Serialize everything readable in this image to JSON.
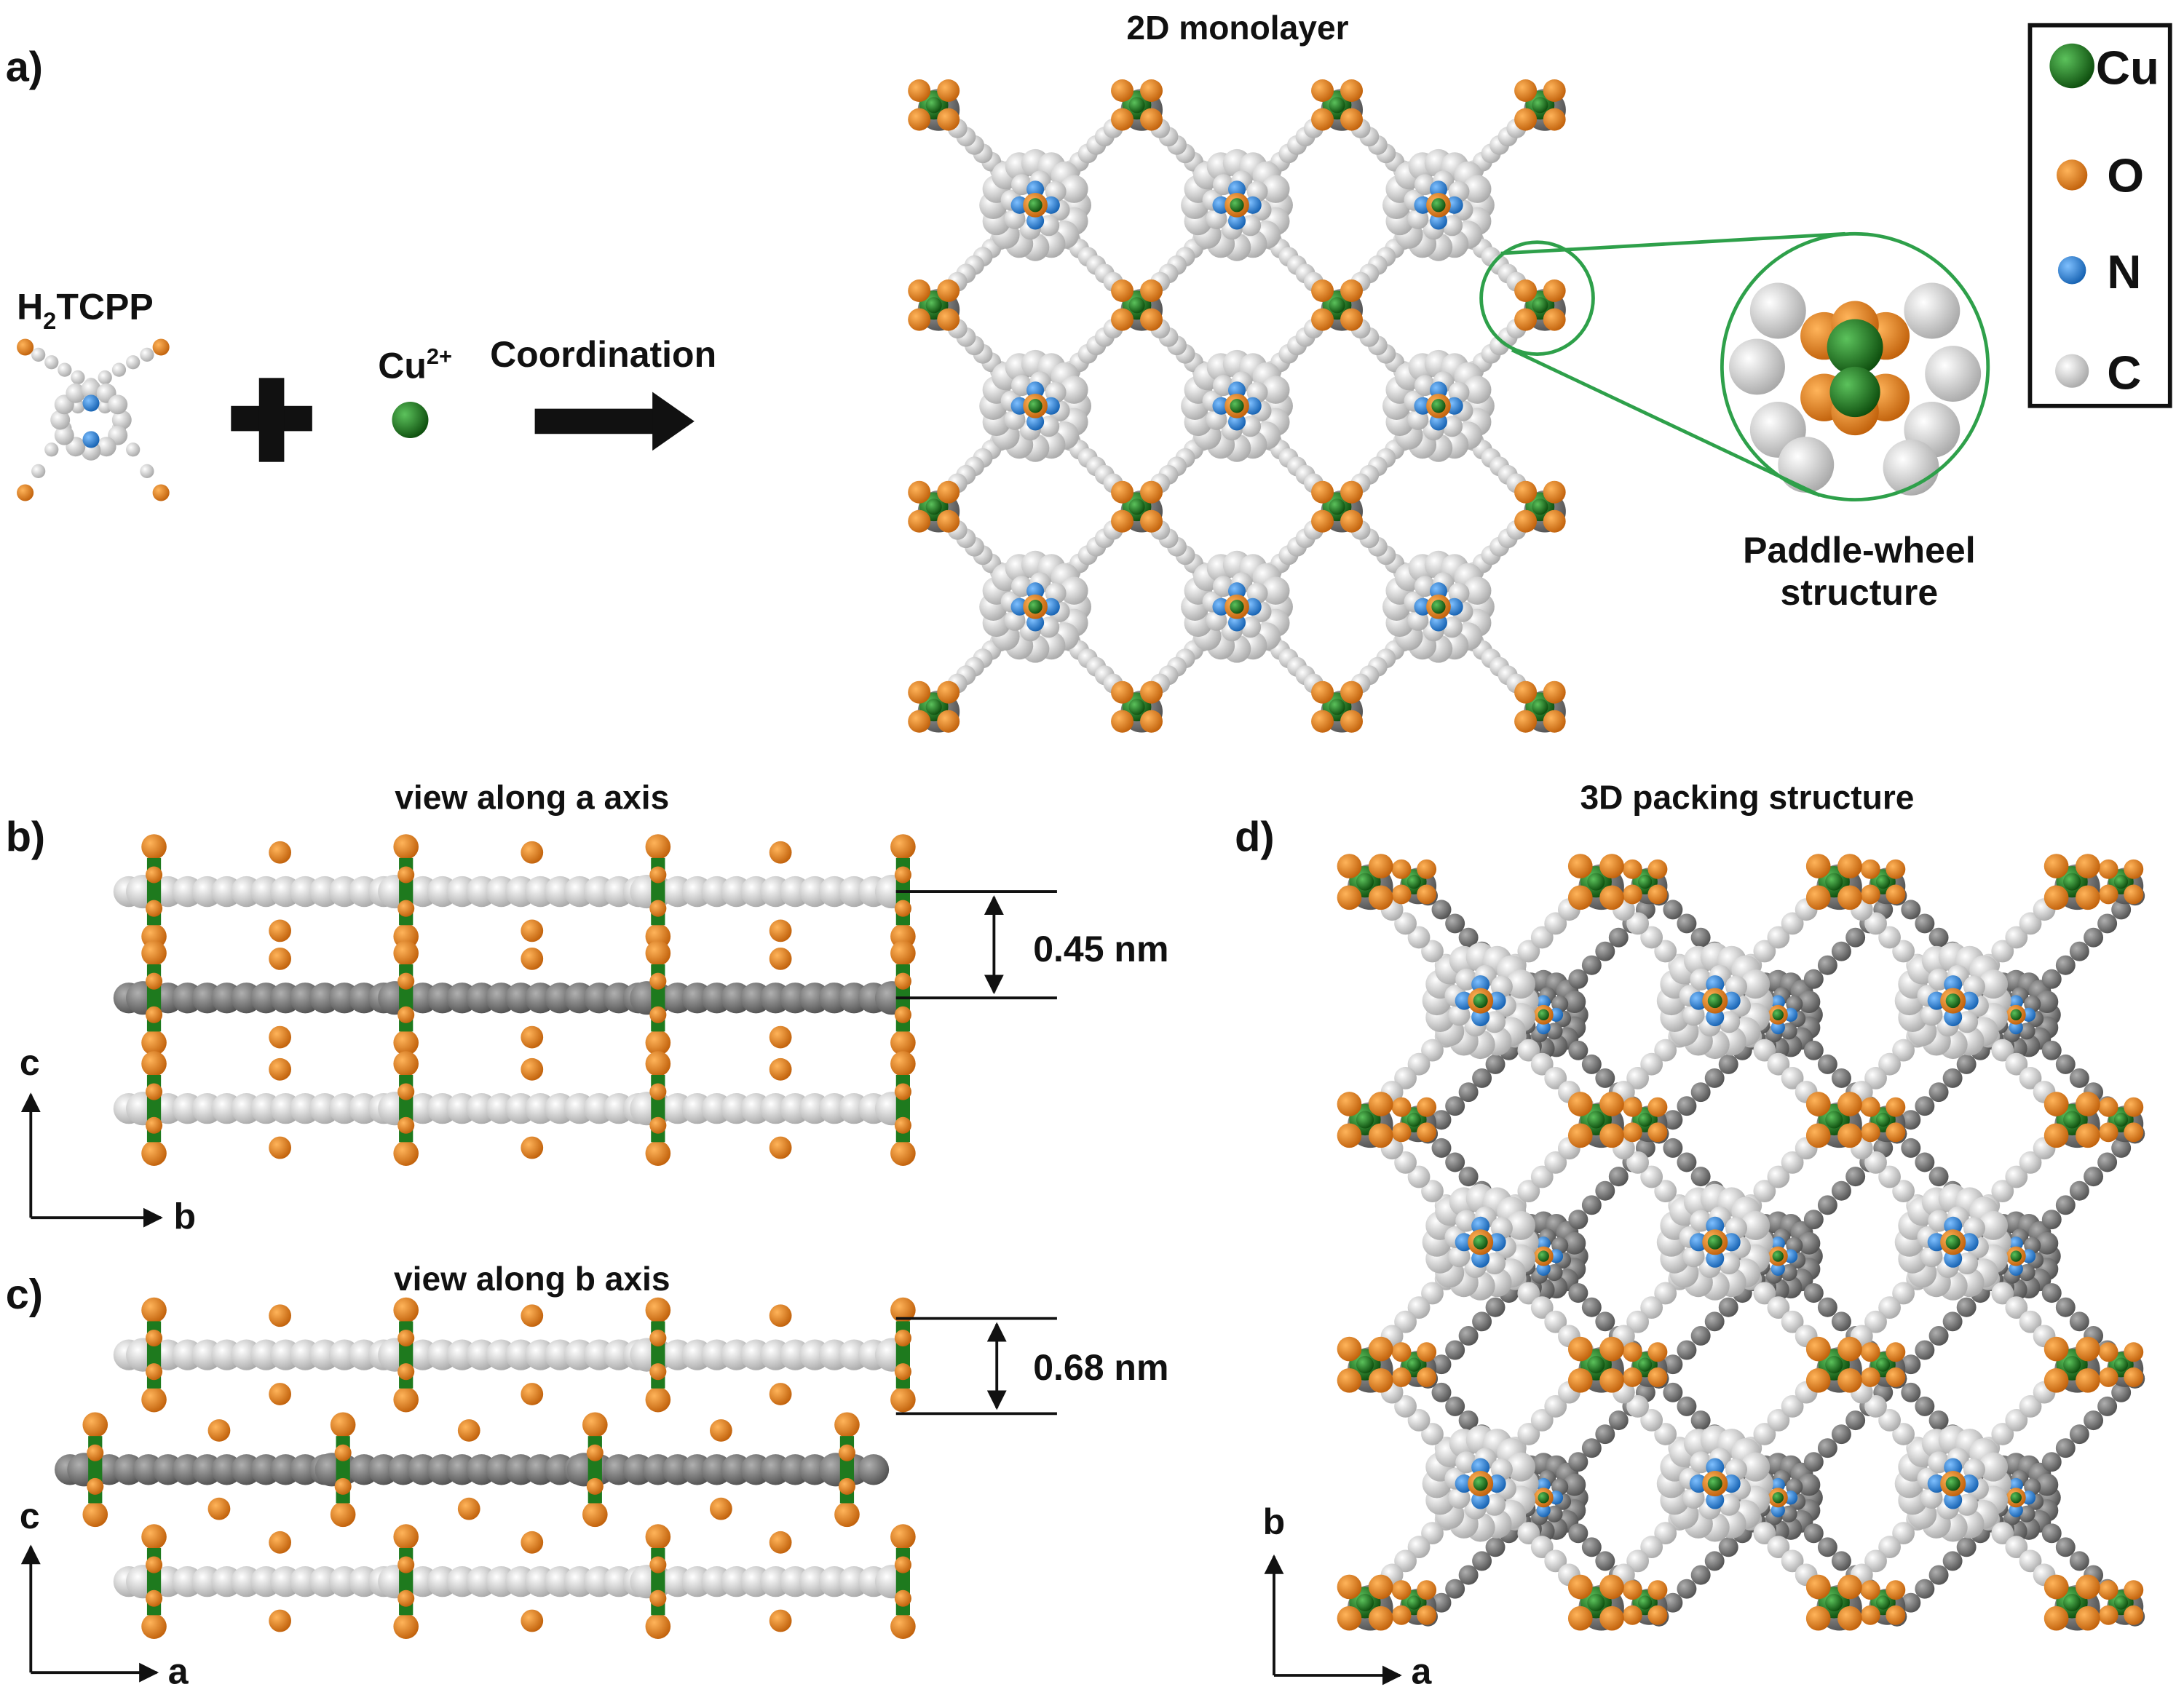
{
  "colors": {
    "Cu": "#1e7a1e",
    "O": "#e07b12",
    "N": "#1f7fd6",
    "C": "#d9d9d9",
    "C_dark": "#7f7f7f",
    "zoom": "#2ea04a"
  },
  "panel_a": {
    "label": "a)",
    "ligand": "H",
    "ligand_sub": "2",
    "ligand_rest": "TCPP",
    "metal": "Cu",
    "metal_sup": "2+",
    "arrow_label": "Coordination",
    "title": "2D monolayer",
    "inset_line1": "Paddle-wheel",
    "inset_line2": "structure"
  },
  "legend": [
    {
      "symbol": "Cu",
      "color": "#1e7a1e"
    },
    {
      "symbol": "O",
      "color": "#e07b12"
    },
    {
      "symbol": "N",
      "color": "#1f7fd6"
    },
    {
      "symbol": "C",
      "color": "#d9d9d9"
    }
  ],
  "panel_b": {
    "label": "b)",
    "title": "view along a axis",
    "spacing": "0.45 nm",
    "axis_v": "c",
    "axis_h": "b"
  },
  "panel_c": {
    "label": "c)",
    "title": "view along b axis",
    "spacing": "0.68 nm",
    "axis_v": "c",
    "axis_h": "a"
  },
  "panel_d": {
    "label": "d)",
    "title": "3D packing structure",
    "axis_v": "b",
    "axis_h": "a"
  }
}
